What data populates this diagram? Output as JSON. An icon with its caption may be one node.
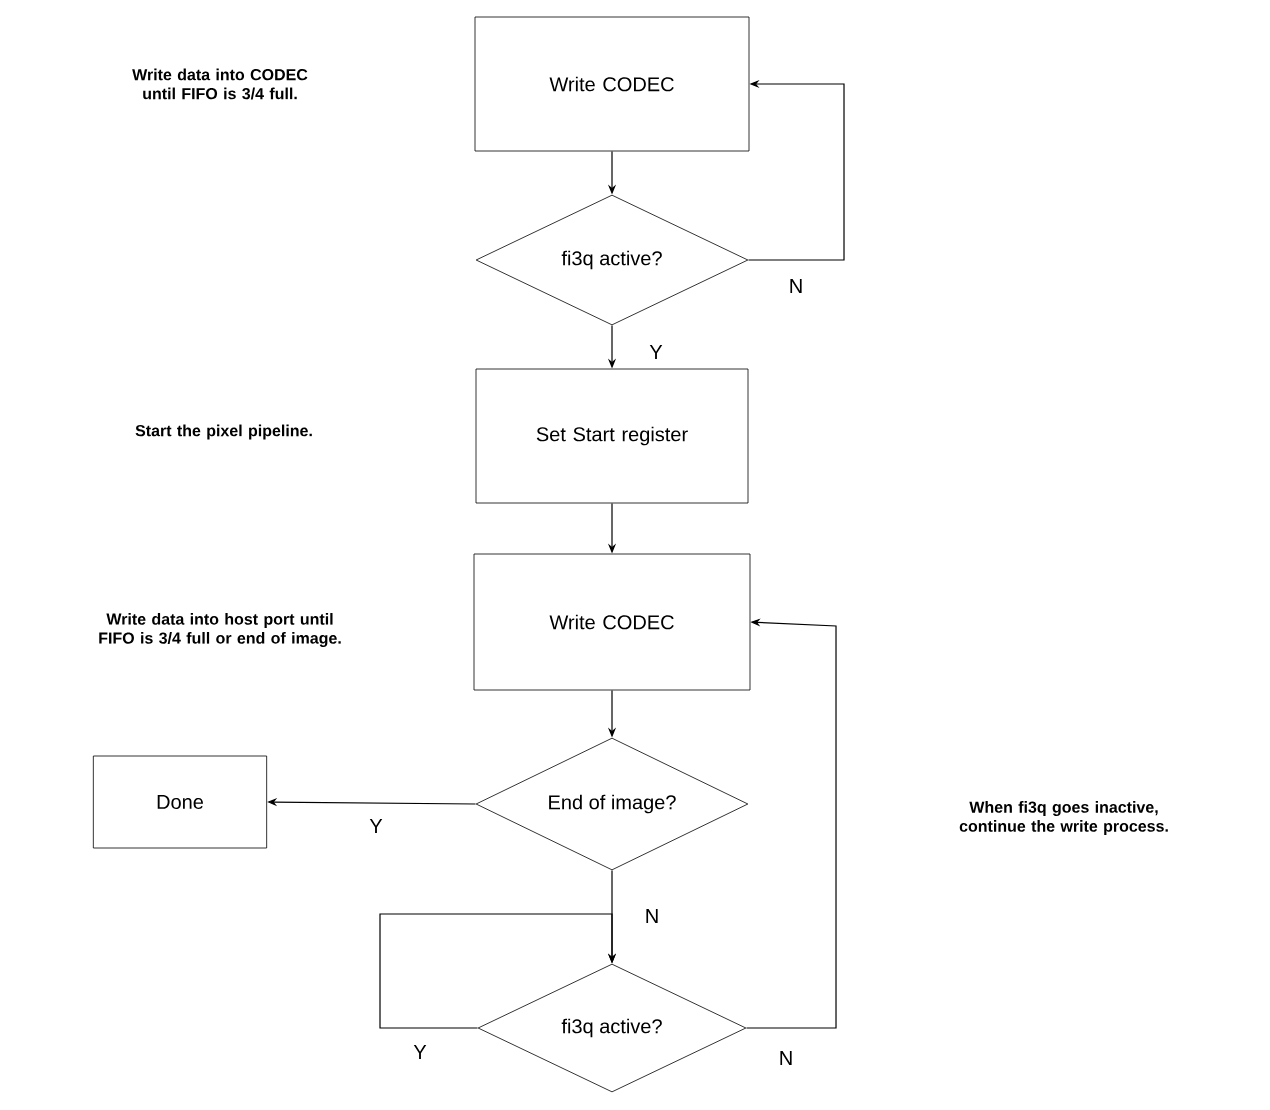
{
  "diagram": {
    "nodes": [
      {
        "text": [
          "Write CODEC"
        ]
      },
      {
        "text": [
          "fi3q active?"
        ]
      },
      {
        "text": [
          "Set Start register"
        ]
      },
      {
        "text": [
          "Write CODEC"
        ]
      },
      {
        "text": [
          "End of image?"
        ]
      },
      {
        "text": [
          "Done"
        ]
      },
      {
        "text": [
          "fi3q active?"
        ]
      }
    ],
    "edges": [
      {
        "from": 0,
        "to": 1,
        "arrow": "to"
      },
      {
        "from": 1,
        "to": 0,
        "arrow": "to",
        "label": "N"
      },
      {
        "from": 1,
        "to": 2,
        "arrow": "to",
        "label": "Y"
      },
      {
        "from": 2,
        "to": 3,
        "arrow": "to"
      },
      {
        "from": 3,
        "to": 4,
        "arrow": "to"
      },
      {
        "from": 4,
        "to": 5,
        "arrow": "to",
        "label": "Y"
      },
      {
        "from": 4,
        "to": 6,
        "arrow": "to",
        "label": "N"
      },
      {
        "from": 6,
        "to": 6,
        "arrow": "to",
        "label": "Y"
      },
      {
        "from": 6,
        "to": 3,
        "arrow": "to",
        "label": "N"
      }
    ],
    "labels": [
      "Write data into CODEC until FIFO is 3/4 full.",
      "Start the pixel pipeline.",
      "Write data into host port until FIFO is 3/4 full or end of image.",
      "When fi3q goes inactive, continue the write process."
    ]
  }
}
